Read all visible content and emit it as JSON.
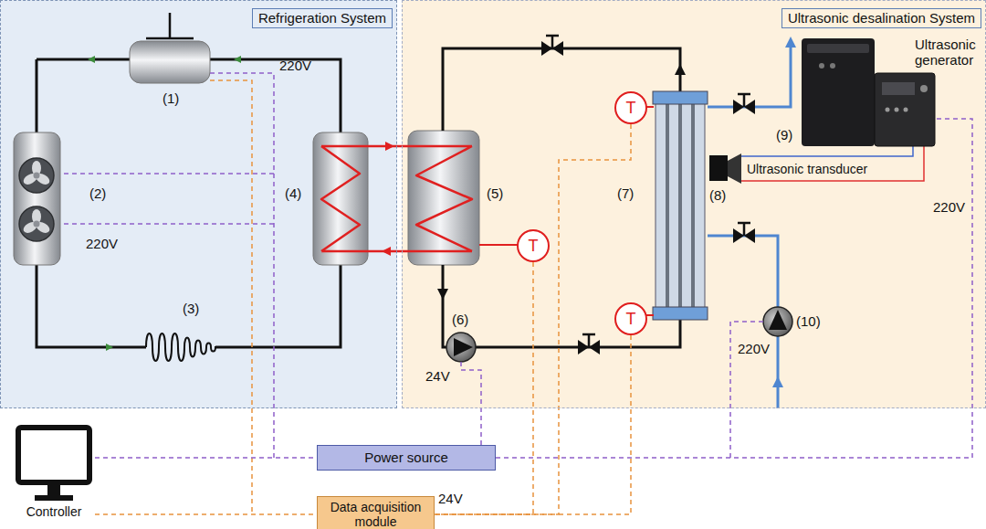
{
  "diagram": {
    "nodes": [
      {
        "text": [
          "Refrigeration System"
        ]
      },
      {
        "text": [
          "Ultrasonic desalination System"
        ]
      },
      {
        "text": [
          "T"
        ],
        "in": 1
      },
      {
        "text": [
          "T"
        ],
        "in": 1
      },
      {
        "text": [
          "T"
        ],
        "in": 1
      },
      {
        "text": [
          "Controller"
        ]
      },
      {
        "text": [
          "Power source"
        ]
      },
      {
        "text": [
          "Data acquisition module"
        ]
      }
    ],
    "edges": [
      {
        "from": 5,
        "to": 6,
        "arrow": "none"
      },
      {
        "from": 5,
        "to": 7,
        "arrow": "none"
      },
      {
        "from": 2,
        "to": 7,
        "arrow": "none"
      },
      {
        "from": 3,
        "to": 7,
        "arrow": "none"
      },
      {
        "from": 4,
        "to": 7,
        "arrow": "none"
      }
    ],
    "labels": [
      "(1)",
      "220V",
      "(2)",
      "220V",
      "(4)",
      "(3)",
      "(5)",
      "(6)",
      "24V",
      "(7)",
      "(8)",
      "Ultrasonic transducer",
      "(9)",
      "Ultrasonic generator",
      "220V",
      "(10)",
      "220V",
      "24V"
    ]
  }
}
